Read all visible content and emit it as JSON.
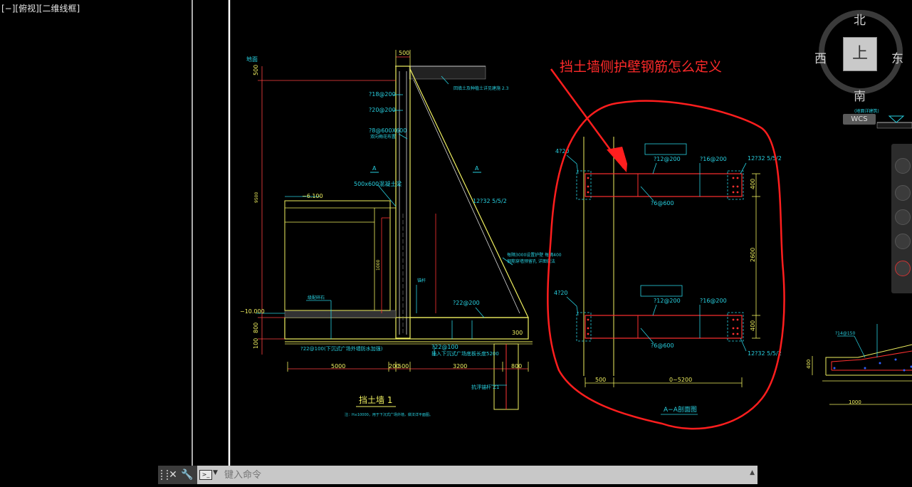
{
  "viewport": {
    "label": "[−][俯视][二维线框]"
  },
  "annotation": {
    "question": "挡土墙侧护壁钢筋怎么定义"
  },
  "viewcube": {
    "north": "北",
    "south": "南",
    "east": "东",
    "west": "西",
    "face": "上",
    "wcs": "WCS"
  },
  "command_line": {
    "placeholder": "键入命令"
  },
  "drawing": {
    "title": "挡土墙 1",
    "note": "注：H≤10000，用于下沉式广场外墙，做法详平面图。",
    "dims": {
      "top_500": "500",
      "left_500": "500",
      "left_800": "800",
      "left_100": "100",
      "b5000": "5000",
      "b200": "200",
      "b500": "500",
      "b3200": "3200",
      "b800": "800",
      "d300": "300",
      "elev1": "−6.100",
      "elev2": "−10.000",
      "height": "9500",
      "d_1000": "1000"
    },
    "labels": {
      "rebar1": "?18@200",
      "rebar2": "?20@200",
      "rebar3": "?8@600X600",
      "rebar3b": "双向梅花布置",
      "top_note": "回填土及种植土详见建施 2.3",
      "beam": "500x600混凝土梁",
      "sec_a1": "A",
      "sec_a2": "A",
      "slope": "12?32 5/5/2",
      "mid1": "每隔3000设置护壁 每隔400",
      "mid2": "钢筋穿墙预留孔 详图做法",
      "bottom1": "?22@200",
      "bottom2": "?22@100(下沉式广场外墙防水加强)",
      "bottom3": "?22@100",
      "bottom4": "插入下沉式广场底板长度5200",
      "pile": "抗浮锚杆 Z1",
      "gravel": "级配碎石",
      "anchor": "锚杆"
    },
    "section": {
      "caption": "A−A剖面图",
      "r1": "4?20",
      "r2": "?12@200",
      "r3": "?16@200",
      "r4": "12?32 5/5/2",
      "r5": "?6@600",
      "r6": "4?20",
      "r7": "?12@200",
      "r8": "?16@200",
      "r9": "12?32 5/5/2",
      "r10": "?6@600",
      "d1": "400",
      "d2": "2600",
      "d3": "400",
      "d4": "500",
      "d5": "0~5200"
    },
    "right_partial": {
      "d1": "?14@150",
      "d2": "400",
      "d3": "1000"
    },
    "top_right_note": "(地面详建筑)"
  }
}
